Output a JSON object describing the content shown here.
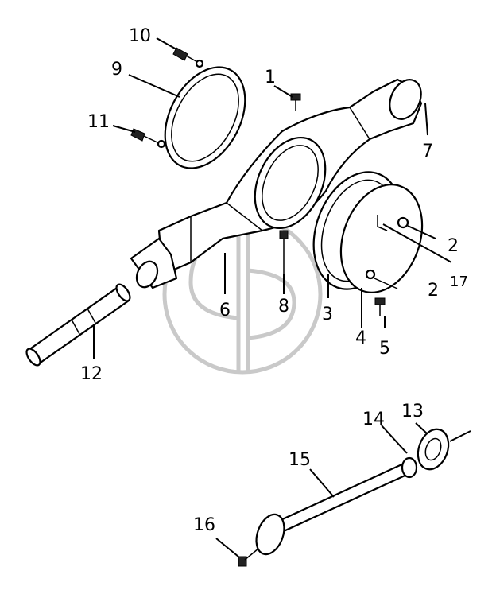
{
  "callouts": [
    {
      "id": "c1",
      "label": "1"
    },
    {
      "id": "c2a",
      "label": "2"
    },
    {
      "id": "c2b",
      "label": "2"
    },
    {
      "id": "c3",
      "label": "3"
    },
    {
      "id": "c4",
      "label": "4"
    },
    {
      "id": "c5",
      "label": "5"
    },
    {
      "id": "c6",
      "label": "6"
    },
    {
      "id": "c7",
      "label": "7"
    },
    {
      "id": "c8",
      "label": "8"
    },
    {
      "id": "c9",
      "label": "9"
    },
    {
      "id": "c10",
      "label": "10"
    },
    {
      "id": "c11",
      "label": "11"
    },
    {
      "id": "c12",
      "label": "12"
    },
    {
      "id": "c13",
      "label": "13"
    },
    {
      "id": "c14",
      "label": "14"
    },
    {
      "id": "c15",
      "label": "15"
    },
    {
      "id": "c16",
      "label": "16"
    },
    {
      "id": "c17",
      "label": "17"
    }
  ],
  "colors": {
    "line": "#000000",
    "background": "#ffffff",
    "watermark": "#c9c9c9"
  },
  "watermark": {
    "kind": "logo"
  }
}
